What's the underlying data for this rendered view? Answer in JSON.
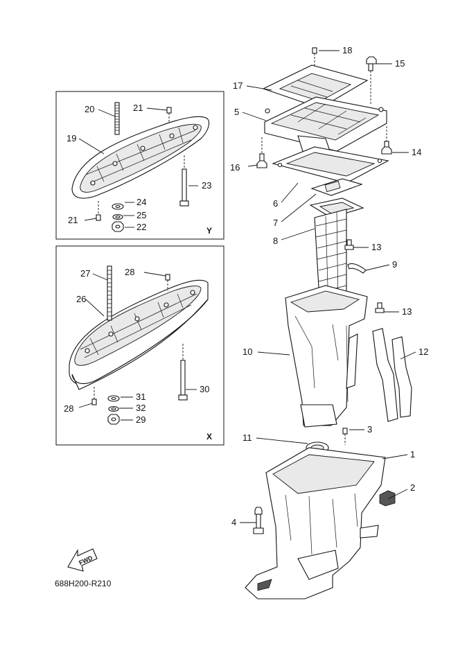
{
  "drawing_code": "688H200-R210",
  "fwd_label": "FWD",
  "inset_y": {
    "tag": "Y"
  },
  "inset_x": {
    "tag": "X"
  },
  "callouts": {
    "c1": "1",
    "c2": "2",
    "c3": "3",
    "c4": "4",
    "c5": "5",
    "c6": "6",
    "c7": "7",
    "c8": "8",
    "c9": "9",
    "c10": "10",
    "c11": "11",
    "c12": "12",
    "c13a": "13",
    "c13b": "13",
    "c14": "14",
    "c15": "15",
    "c16": "16",
    "c17": "17",
    "c18": "18",
    "c19": "19",
    "c20": "20",
    "c21a": "21",
    "c21b": "21",
    "c22": "22",
    "c23": "23",
    "c24": "24",
    "c25": "25",
    "c26": "26",
    "c27": "27",
    "c28a": "28",
    "c28b": "28",
    "c29": "29",
    "c30": "30",
    "c31": "31",
    "c32": "32"
  }
}
